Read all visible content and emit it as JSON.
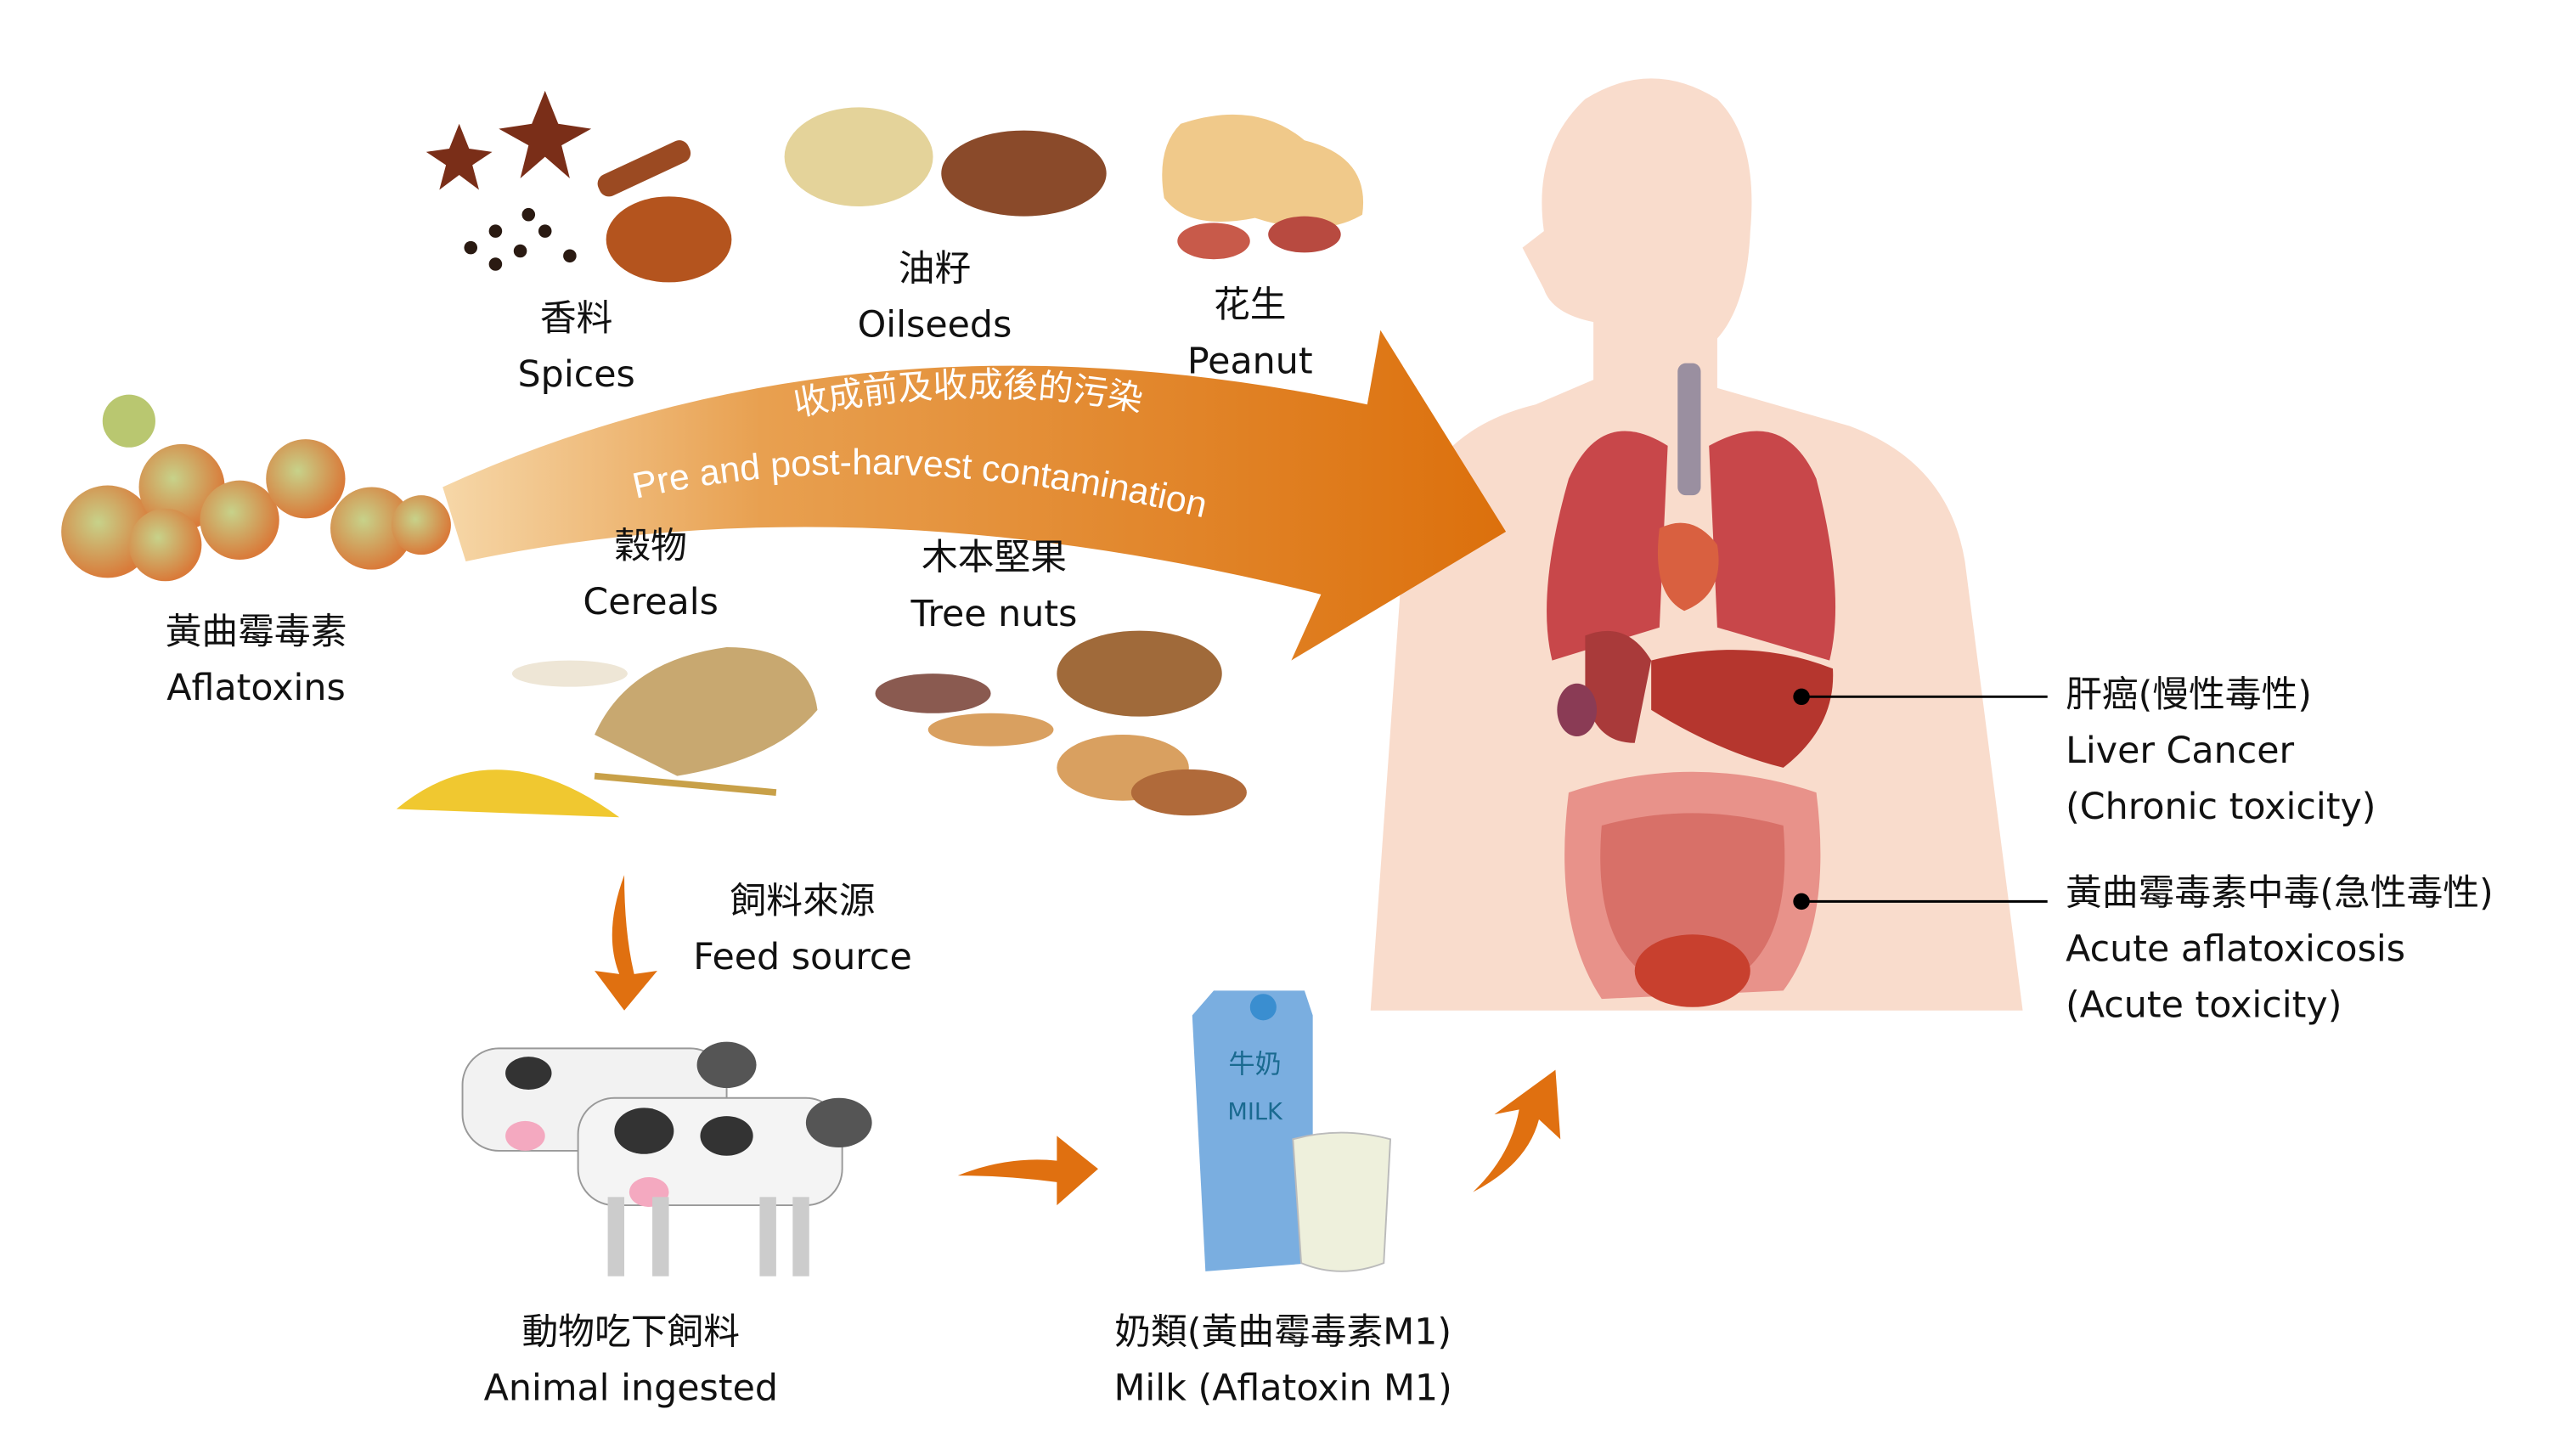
{
  "title": "Aflatoxin contamination pathway",
  "sources": {
    "aflatoxins": {
      "zh": "黃曲霉毒素",
      "en": "Aflatoxins"
    },
    "spices": {
      "zh": "香料",
      "en": "Spices"
    },
    "oilseeds": {
      "zh": "油籽",
      "en": "Oilseeds"
    },
    "peanut": {
      "zh": "花生",
      "en": "Peanut"
    },
    "cereals": {
      "zh": "穀物",
      "en": "Cereals"
    },
    "tree_nuts": {
      "zh": "木本堅果",
      "en": "Tree nuts"
    }
  },
  "banner": {
    "zh": "收成前及收成後的污染",
    "en": "Pre and post-harvest contamination"
  },
  "feed": {
    "zh": "飼料來源",
    "en": "Feed source"
  },
  "animal": {
    "zh": "動物吃下飼料",
    "en": "Animal ingested"
  },
  "milk": {
    "zh": "奶類(黃曲霉毒素M1)",
    "en": "Milk (Aflatoxin M1)",
    "carton_zh": "牛奶",
    "carton_en": "MILK"
  },
  "effects": [
    {
      "zh": "肝癌(慢性毒性)",
      "en": "Liver Cancer",
      "note": "(Chronic toxicity)"
    },
    {
      "zh": "黃曲霉毒素中毒(急性毒性)",
      "en": "Acute aflatoxicosis",
      "note": "(Acute toxicity)"
    }
  ],
  "colors": {
    "arrow": "#dc700c",
    "body": "#f9dccc",
    "organ": "#c8474a"
  }
}
